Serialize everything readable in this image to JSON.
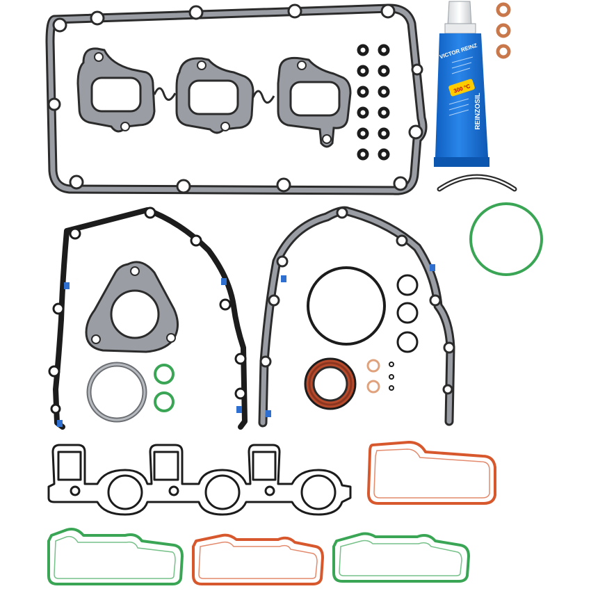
{
  "product": {
    "tube_brand": "VICTOR REINZ",
    "tube_name": "REINZOSIL",
    "tube_temp": "300 °C"
  },
  "colors": {
    "gasket_gray": "#9a9ea4",
    "gasket_edge": "#2b2b2b",
    "rubber_black": "#1c1c1c",
    "accent_blue": "#2f6fd0",
    "tube_blue": "#1a73d6",
    "seal_orange": "#d8582e",
    "seal_green": "#3aa655",
    "copper": "#c8784a"
  }
}
